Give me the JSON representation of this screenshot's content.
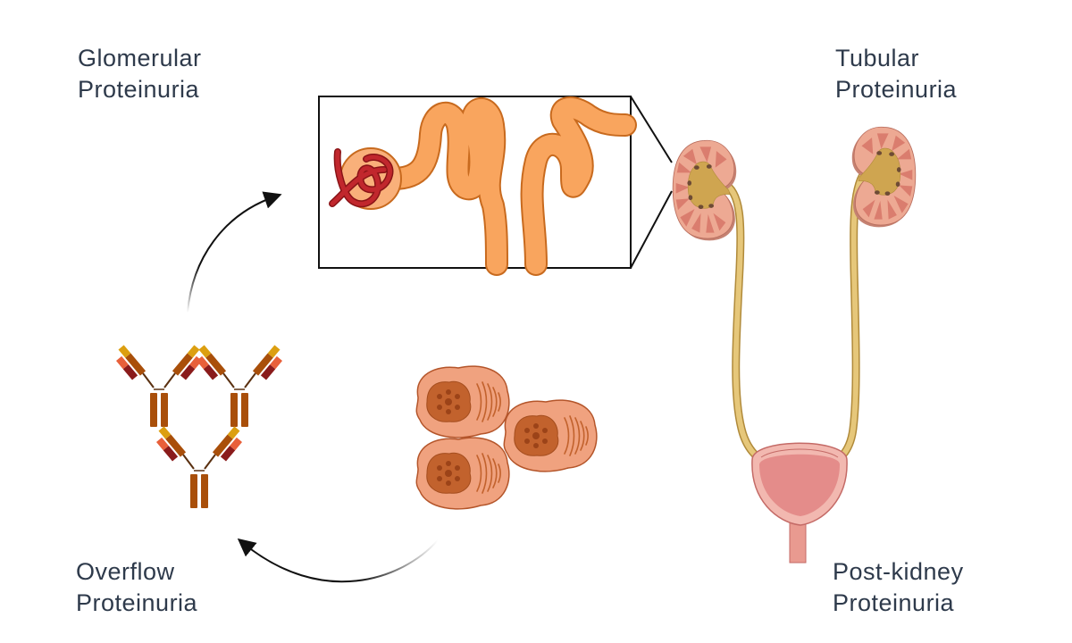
{
  "labels": {
    "glomerular": {
      "line1": "Glomerular",
      "line2": "Proteinuria"
    },
    "tubular": {
      "line1": "Tubular",
      "line2": "Proteinuria"
    },
    "overflow": {
      "line1": "Overflow",
      "line2": "Proteinuria"
    },
    "post_kidney": {
      "line1": "Post-kidney",
      "line2": "Proteinuria"
    }
  },
  "colors": {
    "text": "#2e3a4b",
    "tubule": "#f9a55e",
    "glomerulus": "#b5202a",
    "kidney_cortex": "#eda993",
    "kidney_pyramid": "#d9796a",
    "renal_pelvis": "#cfa550",
    "ureter": "#e6c77a",
    "bladder": "#e48c8a",
    "antibody_heavy": "#a94f0a",
    "cell": "#f0a27f"
  }
}
